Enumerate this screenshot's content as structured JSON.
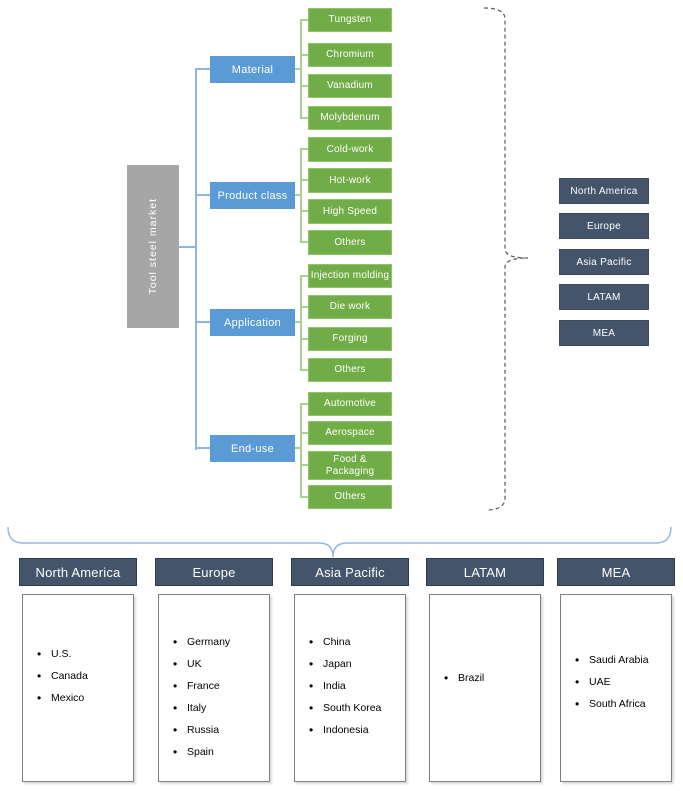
{
  "colors": {
    "leaf_green": "#70AD47",
    "connector_green": "#A9D18E",
    "category_blue": "#5B9BD5",
    "connector_blue": "#8FB6E0",
    "root_gray": "#A6A6A6",
    "region_navy": "#44546A",
    "brace_blue": "#9EB6DF",
    "dashed_gray": "#595959"
  },
  "root": {
    "label": "Tool steel market"
  },
  "branches": [
    {
      "label": "Material",
      "children": [
        "Tungsten",
        "Chromium",
        "Vanadium",
        "Molybdenum"
      ]
    },
    {
      "label": "Product class",
      "children": [
        "Cold-work",
        "Hot-work",
        "High Speed",
        "Others"
      ]
    },
    {
      "label": "Application",
      "children": [
        "Injection molding",
        "Die work",
        "Forging",
        "Others"
      ]
    },
    {
      "label": "End-use",
      "children": [
        "Automotive",
        "Aerospace",
        "Food & Packaging",
        "Others"
      ]
    }
  ],
  "regions_sidebar": [
    "North America",
    "Europe",
    "Asia Pacific",
    "LATAM",
    "MEA"
  ],
  "region_columns": [
    {
      "label": "North America",
      "countries": [
        "U.S.",
        "Canada",
        "Mexico"
      ]
    },
    {
      "label": "Europe",
      "countries": [
        "Germany",
        "UK",
        "France",
        "Italy",
        "Russia",
        "Spain"
      ]
    },
    {
      "label": "Asia Pacific",
      "countries": [
        "China",
        "Japan",
        "India",
        "South Korea",
        "Indonesia"
      ]
    },
    {
      "label": "LATAM",
      "countries": [
        "Brazil"
      ]
    },
    {
      "label": "MEA",
      "countries": [
        "Saudi Arabia",
        "UAE",
        "South Africa"
      ]
    }
  ]
}
